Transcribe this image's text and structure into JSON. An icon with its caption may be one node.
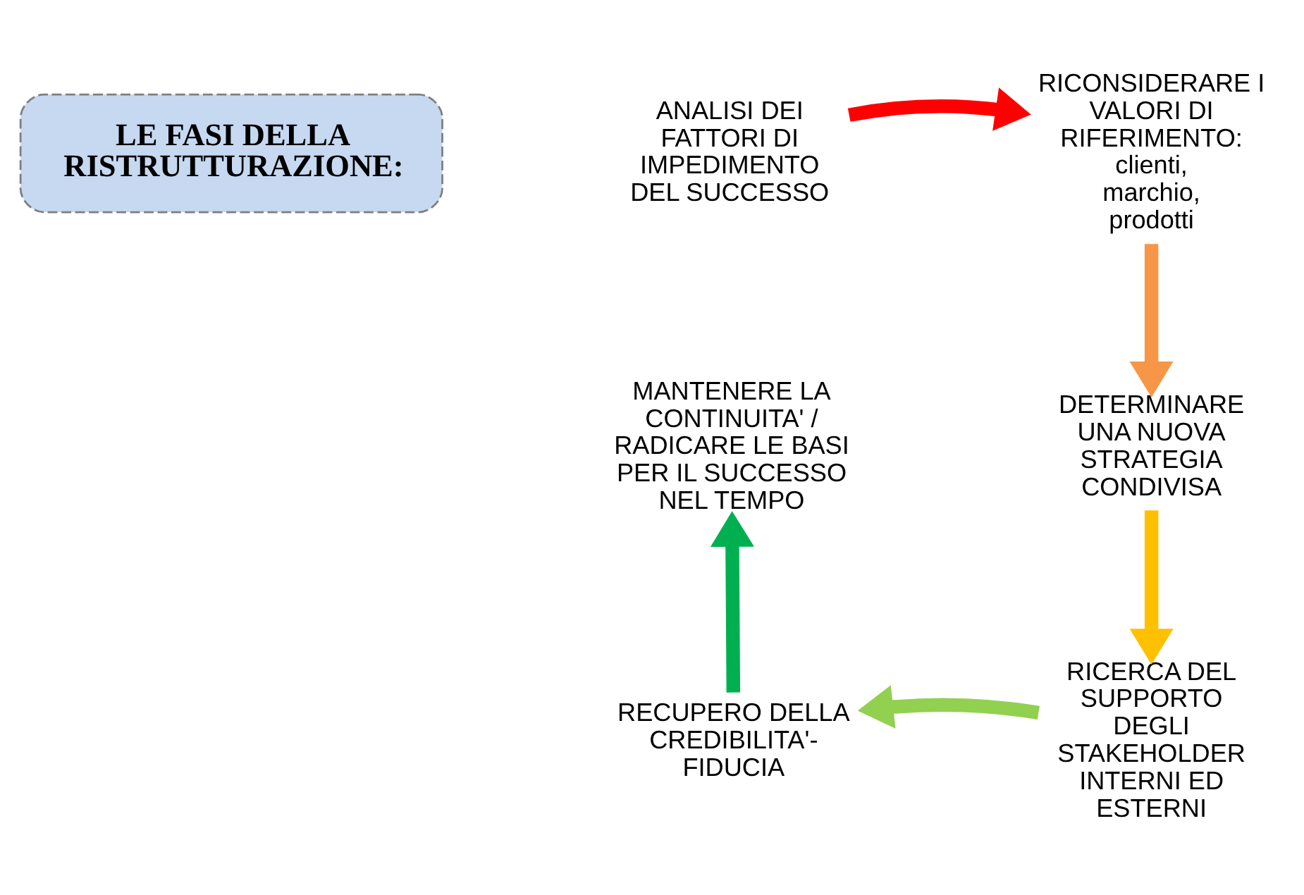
{
  "diagram": {
    "nodes": [
      {
        "text": [
          "LE FASI DELLA RISTRUTTURAZIONE:"
        ]
      },
      {
        "text": [
          "ANALISI DEI FATTORI DI IMPEDIMENTO DEL SUCCESSO"
        ]
      },
      {
        "text": [
          "RICONSIDERARE I VALORI DI RIFERIMENTO: clienti, marchio, prodotti"
        ]
      },
      {
        "text": [
          "DETERMINARE UNA NUOVA STRATEGIA CONDIVISA"
        ]
      },
      {
        "text": [
          "RICERCA DEL SUPPORTO DEGLI STAKEHOLDER INTERNI ED ESTERNI"
        ]
      },
      {
        "text": [
          "RECUPERO DELLA CREDIBILITA'- FIDUCIA"
        ]
      },
      {
        "text": [
          "MANTENERE LA CONTINUITA' / RADICARE LE BASI PER IL SUCCESSO NEL TEMPO"
        ]
      }
    ],
    "edges": [
      {
        "from": 1,
        "to": 2,
        "arrow": "to",
        "color": "#ff0000"
      },
      {
        "from": 2,
        "to": 3,
        "arrow": "to",
        "color": "#f79646"
      },
      {
        "from": 3,
        "to": 4,
        "arrow": "to",
        "color": "#ffc000"
      },
      {
        "from": 4,
        "to": 5,
        "arrow": "to",
        "color": "#92d050"
      },
      {
        "from": 5,
        "to": 6,
        "arrow": "to",
        "color": "#00b050"
      }
    ]
  }
}
